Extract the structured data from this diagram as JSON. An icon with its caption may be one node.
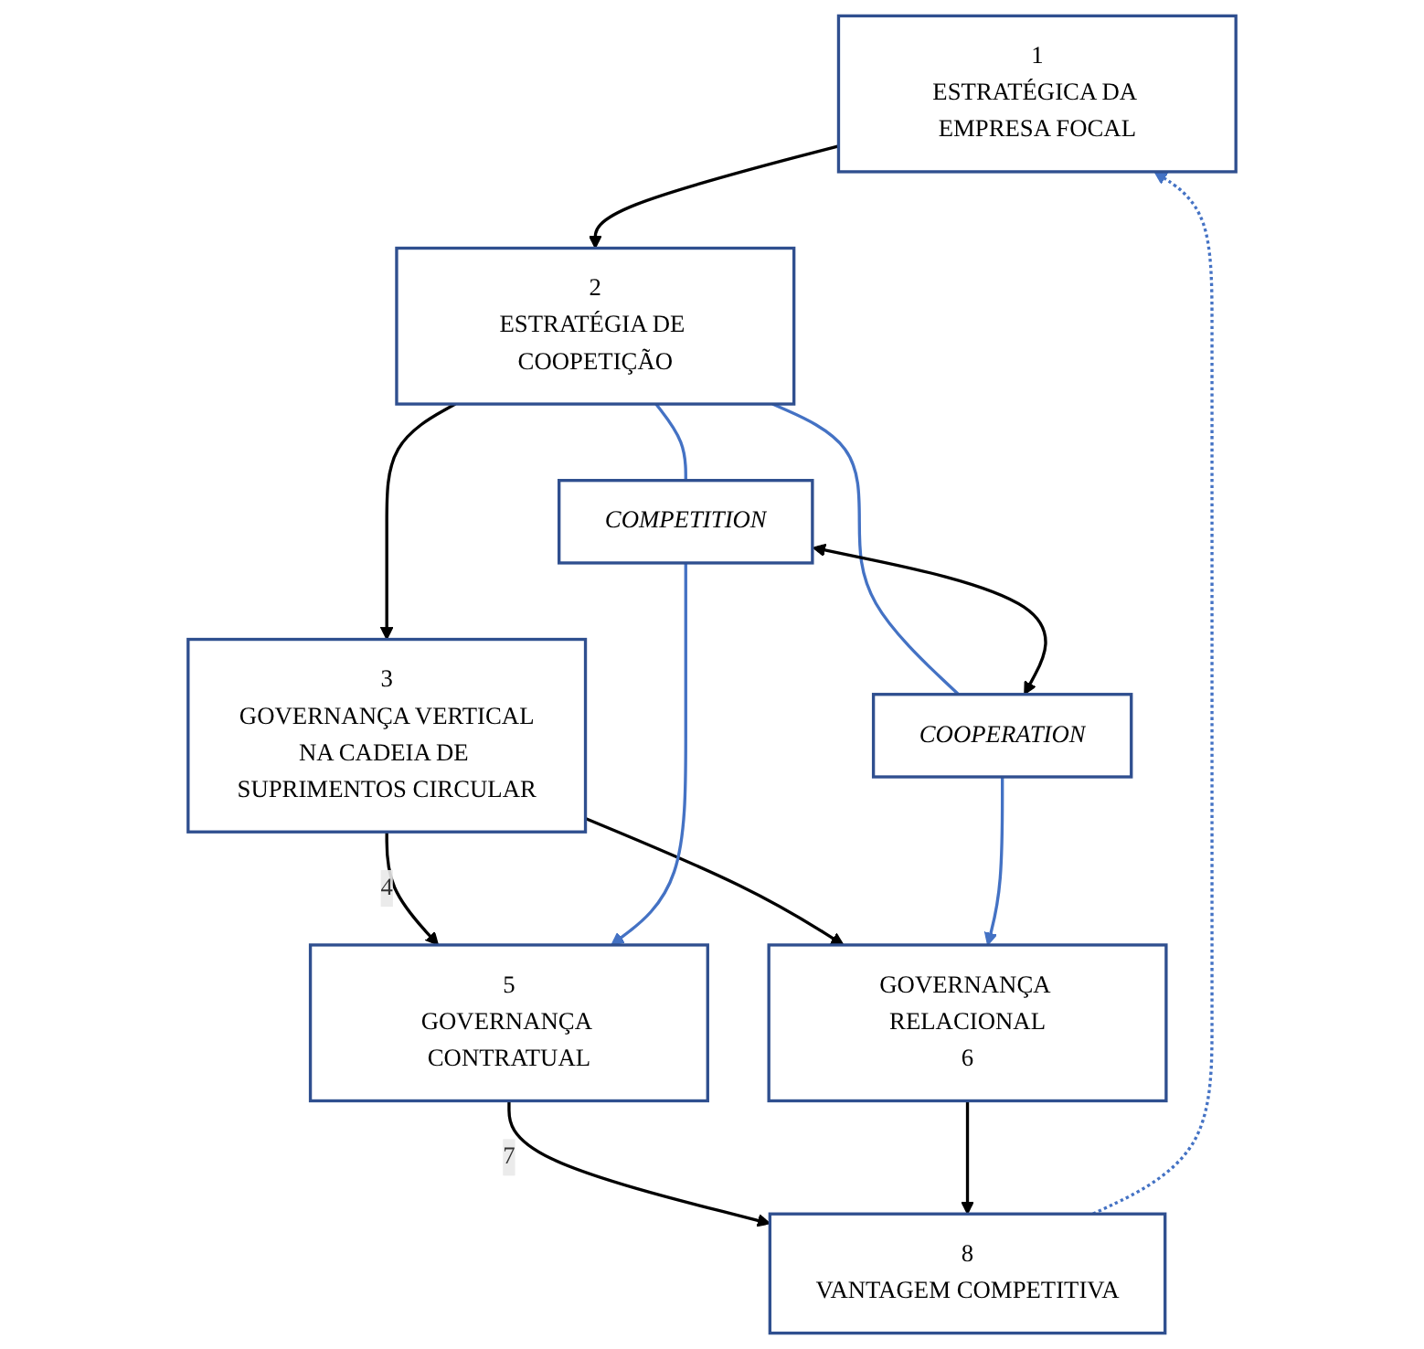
{
  "diagram": {
    "nodes": [
      {
        "text": [
          "1",
          "ESTRATÉGICA DA EMPRESA FOCAL"
        ]
      },
      {
        "text": [
          "2",
          "ESTRATÉGIA DE COOPETIÇÃO"
        ]
      },
      {
        "text": [
          "COMPETITION"
        ]
      },
      {
        "text": [
          "COOPERATION"
        ]
      },
      {
        "text": [
          "3",
          "GOVERNANÇA VERTICAL",
          "NA CADEIA DE SUPRIMENTOS CIRCULAR"
        ]
      },
      {
        "text": [
          "5",
          "GOVERNANÇA CONTRATUAL"
        ]
      },
      {
        "text": [
          "GOVERNANÇA RELACIONAL",
          "6"
        ]
      },
      {
        "text": [
          "8",
          "VANTAGEM COMPETITIVA"
        ]
      }
    ],
    "edges": [
      {
        "from": 0,
        "to": 1,
        "arrow": "to"
      },
      {
        "from": 1,
        "to": 2,
        "arrow": "none",
        "color": "#4472c4"
      },
      {
        "from": 1,
        "to": 3,
        "arrow": "none",
        "color": "#4472c4"
      },
      {
        "from": 2,
        "to": 3,
        "arrow": "both"
      },
      {
        "from": 1,
        "to": 4,
        "arrow": "to"
      },
      {
        "from": 4,
        "to": 5,
        "arrow": "to",
        "label": "4"
      },
      {
        "from": 4,
        "to": 6,
        "arrow": "to"
      },
      {
        "from": 2,
        "to": 5,
        "arrow": "to",
        "color": "#4472c4"
      },
      {
        "from": 3,
        "to": 6,
        "arrow": "to",
        "color": "#4472c4"
      },
      {
        "from": 5,
        "to": 7,
        "arrow": "to",
        "label": "7"
      },
      {
        "from": 6,
        "to": 7,
        "arrow": "to"
      },
      {
        "from": 7,
        "to": 0,
        "arrow": "to",
        "style": "dashed",
        "color": "#4472c4"
      }
    ]
  }
}
